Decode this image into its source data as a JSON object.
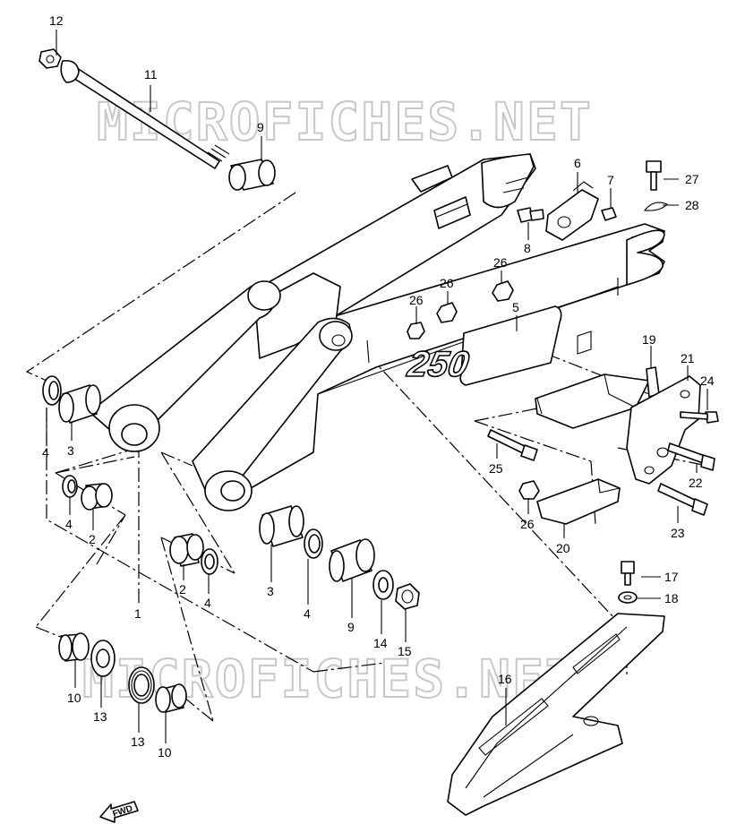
{
  "watermark": "MICROFICHES.NET",
  "model_mark": "250",
  "fwd_label": "FWD",
  "callouts": {
    "c1": "1",
    "c2a": "2",
    "c2b": "2",
    "c3a": "3",
    "c3b": "3",
    "c4a": "4",
    "c4b": "4",
    "c4c": "4",
    "c4d": "4",
    "c5": "5",
    "c6": "6",
    "c7": "7",
    "c8": "8",
    "c9a": "9",
    "c9b": "9",
    "c10a": "10",
    "c10b": "10",
    "c11": "11",
    "c12": "12",
    "c13a": "13",
    "c13b": "13",
    "c14": "14",
    "c15": "15",
    "c16": "16",
    "c17": "17",
    "c18": "18",
    "c19": "19",
    "c20": "20",
    "c21": "21",
    "c22": "22",
    "c23": "23",
    "c24": "24",
    "c25": "25",
    "c26a": "26",
    "c26b": "26",
    "c26c": "26",
    "c26d": "26",
    "c27": "27",
    "c28": "28"
  }
}
